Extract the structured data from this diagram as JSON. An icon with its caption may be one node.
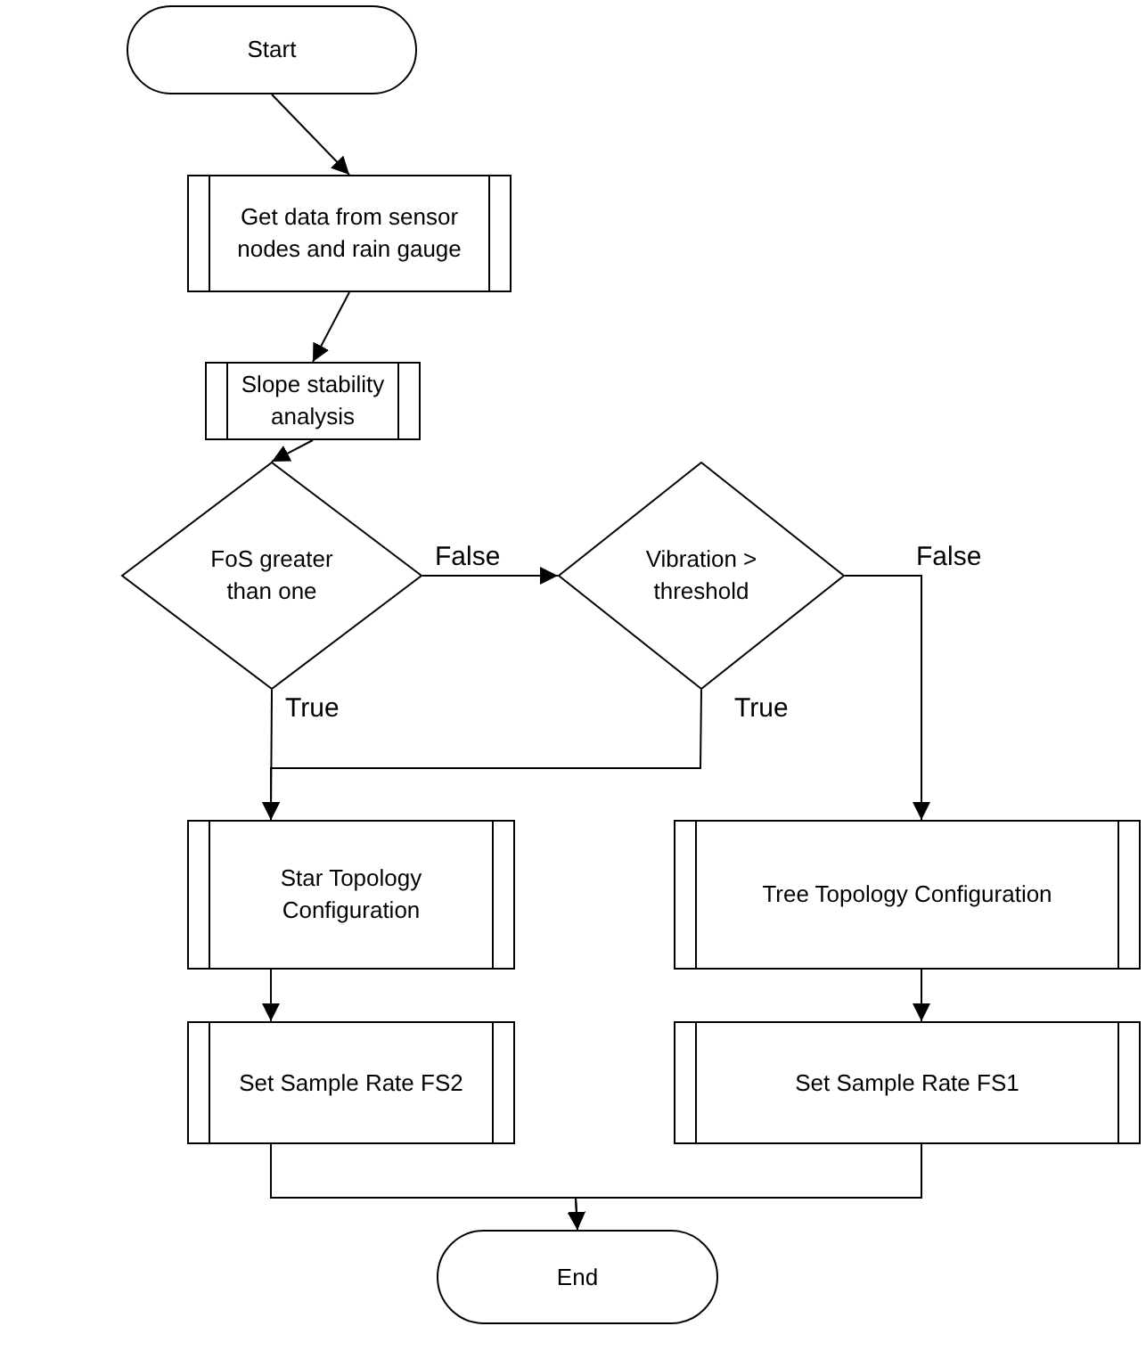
{
  "diagram": {
    "nodes": [
      {
        "text": [
          "Start"
        ]
      },
      {
        "text": [
          "Get data from sensor nodes and rain gauge"
        ]
      },
      {
        "text": [
          "Slope stability analysis"
        ]
      },
      {
        "text": [
          "FoS greater than one"
        ]
      },
      {
        "text": [
          "Vibration > threshold"
        ]
      },
      {
        "text": [
          "Star Topology Configuration"
        ]
      },
      {
        "text": [
          "Set Sample Rate FS2"
        ]
      },
      {
        "text": [
          "Tree Topology Configuration"
        ]
      },
      {
        "text": [
          "Set Sample Rate FS1"
        ]
      },
      {
        "text": [
          "End"
        ]
      }
    ],
    "edges": [
      {
        "from": 0,
        "to": 1,
        "arrow": "to"
      },
      {
        "from": 1,
        "to": 2,
        "arrow": "to"
      },
      {
        "from": 2,
        "to": 3,
        "arrow": "to"
      },
      {
        "from": 3,
        "to": 4,
        "arrow": "to",
        "label": "False"
      },
      {
        "from": 3,
        "to": 5,
        "arrow": "to",
        "label": "True"
      },
      {
        "from": 4,
        "to": 5,
        "arrow": "to",
        "label": "True"
      },
      {
        "from": 4,
        "to": 7,
        "arrow": "to",
        "label": "False"
      },
      {
        "from": 5,
        "to": 6,
        "arrow": "to"
      },
      {
        "from": 7,
        "to": 8,
        "arrow": "to"
      },
      {
        "from": 6,
        "to": 9,
        "arrow": "to"
      },
      {
        "from": 8,
        "to": 9,
        "arrow": "to"
      }
    ]
  }
}
